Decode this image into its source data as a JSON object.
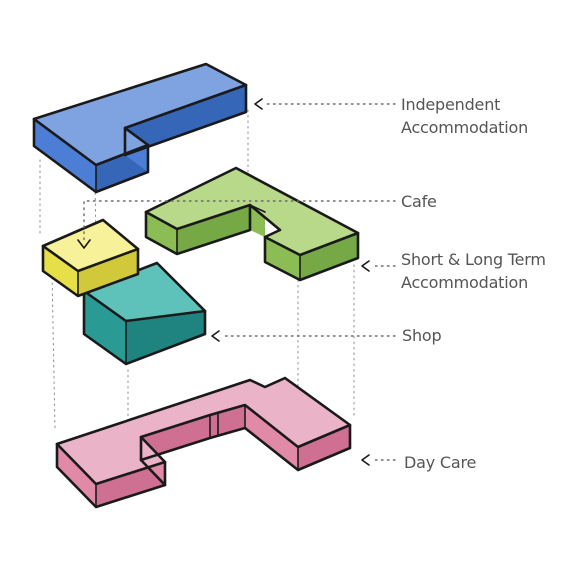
{
  "diagram": {
    "blocks": [
      {
        "id": "independent",
        "label": "Independent Accommodation",
        "top": "#7fa3e0",
        "front": "#4d7ed6",
        "side": "#3566b8"
      },
      {
        "id": "cafe",
        "label": "Cafe",
        "top": "#f7f29a",
        "front": "#e6df48",
        "side": "#d2c93a"
      },
      {
        "id": "short-long",
        "label": "Short & Long Term Accommodation",
        "top": "#ebb3c8",
        "front": "#e08aa8",
        "side": "#cf6f92"
      },
      {
        "id": "shop",
        "label": "Shop",
        "top": "#5fc2ba",
        "front": "#2a9a94",
        "side": "#1f8480"
      },
      {
        "id": "day-care",
        "label": "Day Care",
        "top": "#b8d88a",
        "front": "#8cbd55",
        "side": "#76a845"
      }
    ],
    "labels": {
      "independent_line1": "Independent",
      "independent_line2": "Accommodation",
      "cafe": "Cafe",
      "short_long_line1": "Short & Long Term",
      "short_long_line2": "Accommodation",
      "shop": "Shop",
      "day_care": "Day Care"
    }
  }
}
